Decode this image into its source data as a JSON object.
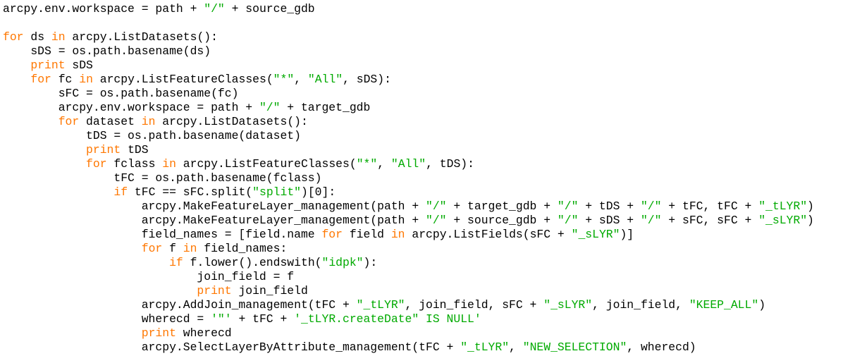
{
  "colors": {
    "background": "#ffffff",
    "text": "#000000",
    "keyword": "#ff7700",
    "string": "#00aa00"
  },
  "code_lines": [
    [
      [
        "",
        "arcpy.env.workspace = path + "
      ],
      [
        "str",
        "\"/\""
      ],
      [
        "",
        " + source_gdb"
      ]
    ],
    [],
    [
      [
        "kw",
        "for"
      ],
      [
        "",
        " ds "
      ],
      [
        "kw",
        "in"
      ],
      [
        "",
        " arcpy.ListDatasets():"
      ]
    ],
    [
      [
        "",
        "    sDS = os.path.basename(ds)"
      ]
    ],
    [
      [
        "",
        "    "
      ],
      [
        "kw",
        "print"
      ],
      [
        "",
        " sDS"
      ]
    ],
    [
      [
        "",
        "    "
      ],
      [
        "kw",
        "for"
      ],
      [
        "",
        " fc "
      ],
      [
        "kw",
        "in"
      ],
      [
        "",
        " arcpy.ListFeatureClasses("
      ],
      [
        "str",
        "\"*\""
      ],
      [
        "",
        ", "
      ],
      [
        "str",
        "\"All\""
      ],
      [
        "",
        ", sDS):"
      ]
    ],
    [
      [
        "",
        "        sFC = os.path.basename(fc)"
      ]
    ],
    [
      [
        "",
        "        arcpy.env.workspace = path + "
      ],
      [
        "str",
        "\"/\""
      ],
      [
        "",
        " + target_gdb"
      ]
    ],
    [
      [
        "",
        "        "
      ],
      [
        "kw",
        "for"
      ],
      [
        "",
        " dataset "
      ],
      [
        "kw",
        "in"
      ],
      [
        "",
        " arcpy.ListDatasets():"
      ]
    ],
    [
      [
        "",
        "            tDS = os.path.basename(dataset)"
      ]
    ],
    [
      [
        "",
        "            "
      ],
      [
        "kw",
        "print"
      ],
      [
        "",
        " tDS"
      ]
    ],
    [
      [
        "",
        "            "
      ],
      [
        "kw",
        "for"
      ],
      [
        "",
        " fclass "
      ],
      [
        "kw",
        "in"
      ],
      [
        "",
        " arcpy.ListFeatureClasses("
      ],
      [
        "str",
        "\"*\""
      ],
      [
        "",
        ", "
      ],
      [
        "str",
        "\"All\""
      ],
      [
        "",
        ", tDS):"
      ]
    ],
    [
      [
        "",
        "                tFC = os.path.basename(fclass)"
      ]
    ],
    [
      [
        "",
        "                "
      ],
      [
        "kw",
        "if"
      ],
      [
        "",
        " tFC == sFC.split("
      ],
      [
        "str",
        "\"split\""
      ],
      [
        "",
        ")[0]:"
      ]
    ],
    [
      [
        "",
        "                    arcpy.MakeFeatureLayer_management(path + "
      ],
      [
        "str",
        "\"/\""
      ],
      [
        "",
        " + target_gdb + "
      ],
      [
        "str",
        "\"/\""
      ],
      [
        "",
        " + tDS + "
      ],
      [
        "str",
        "\"/\""
      ],
      [
        "",
        " + tFC, tFC + "
      ],
      [
        "str",
        "\"_tLYR\""
      ],
      [
        "",
        ")"
      ]
    ],
    [
      [
        "",
        "                    arcpy.MakeFeatureLayer_management(path + "
      ],
      [
        "str",
        "\"/\""
      ],
      [
        "",
        " + source_gdb + "
      ],
      [
        "str",
        "\"/\""
      ],
      [
        "",
        " + sDS + "
      ],
      [
        "str",
        "\"/\""
      ],
      [
        "",
        " + sFC, sFC + "
      ],
      [
        "str",
        "\"_sLYR\""
      ],
      [
        "",
        ")"
      ]
    ],
    [
      [
        "",
        "                    field_names = [field.name "
      ],
      [
        "kw",
        "for"
      ],
      [
        "",
        " field "
      ],
      [
        "kw",
        "in"
      ],
      [
        "",
        " arcpy.ListFields(sFC + "
      ],
      [
        "str",
        "\"_sLYR\""
      ],
      [
        "",
        ")]"
      ]
    ],
    [
      [
        "",
        "                    "
      ],
      [
        "kw",
        "for"
      ],
      [
        "",
        " f "
      ],
      [
        "kw",
        "in"
      ],
      [
        "",
        " field_names:"
      ]
    ],
    [
      [
        "",
        "                        "
      ],
      [
        "kw",
        "if"
      ],
      [
        "",
        " f.lower().endswith("
      ],
      [
        "str",
        "\"idpk\""
      ],
      [
        "",
        "):"
      ]
    ],
    [
      [
        "",
        "                            join_field = f"
      ]
    ],
    [
      [
        "",
        "                            "
      ],
      [
        "kw",
        "print"
      ],
      [
        "",
        " join_field"
      ]
    ],
    [
      [
        "",
        "                    arcpy.AddJoin_management(tFC + "
      ],
      [
        "str",
        "\"_tLYR\""
      ],
      [
        "",
        ", join_field, sFC + "
      ],
      [
        "str",
        "\"_sLYR\""
      ],
      [
        "",
        ", join_field, "
      ],
      [
        "str",
        "\"KEEP_ALL\""
      ],
      [
        "",
        ")"
      ]
    ],
    [
      [
        "",
        "                    wherecd = "
      ],
      [
        "str",
        "'\"'"
      ],
      [
        "",
        " + tFC + "
      ],
      [
        "str",
        "'_tLYR.createDate\" IS NULL'"
      ]
    ],
    [
      [
        "",
        "                    "
      ],
      [
        "kw",
        "print"
      ],
      [
        "",
        " wherecd"
      ]
    ],
    [
      [
        "",
        "                    arcpy.SelectLayerByAttribute_management(tFC + "
      ],
      [
        "str",
        "\"_tLYR\""
      ],
      [
        "",
        ", "
      ],
      [
        "str",
        "\"NEW_SELECTION\""
      ],
      [
        "",
        ", wherecd)"
      ]
    ]
  ]
}
